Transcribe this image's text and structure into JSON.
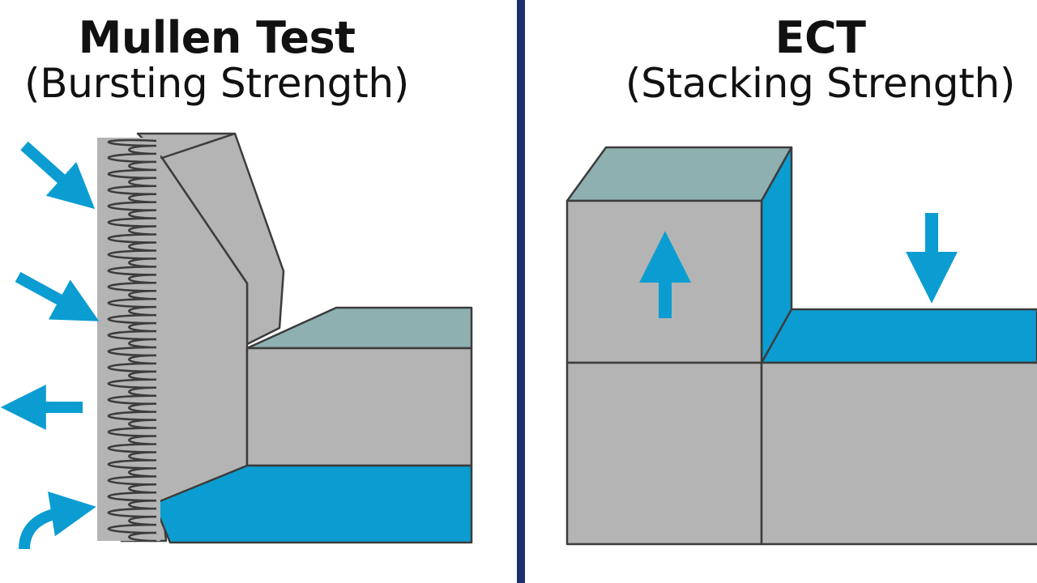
{
  "left_panel": {
    "title": "Mullen Test",
    "subtitle": "(Bursting Strength)"
  },
  "right_panel": {
    "title": "ECT",
    "subtitle": "(Stacking Strength)"
  },
  "colors": {
    "accent_blue": "#0b9dd1",
    "gray_face": "#b4b4b4",
    "top_face": "#8eb0b1",
    "outline": "#3c3c3c",
    "divider": "#1c2f6e",
    "background": "#ffffff"
  },
  "icons": [
    "arrow-icon",
    "curved-arrow-icon",
    "corrugated-edge-icon"
  ]
}
